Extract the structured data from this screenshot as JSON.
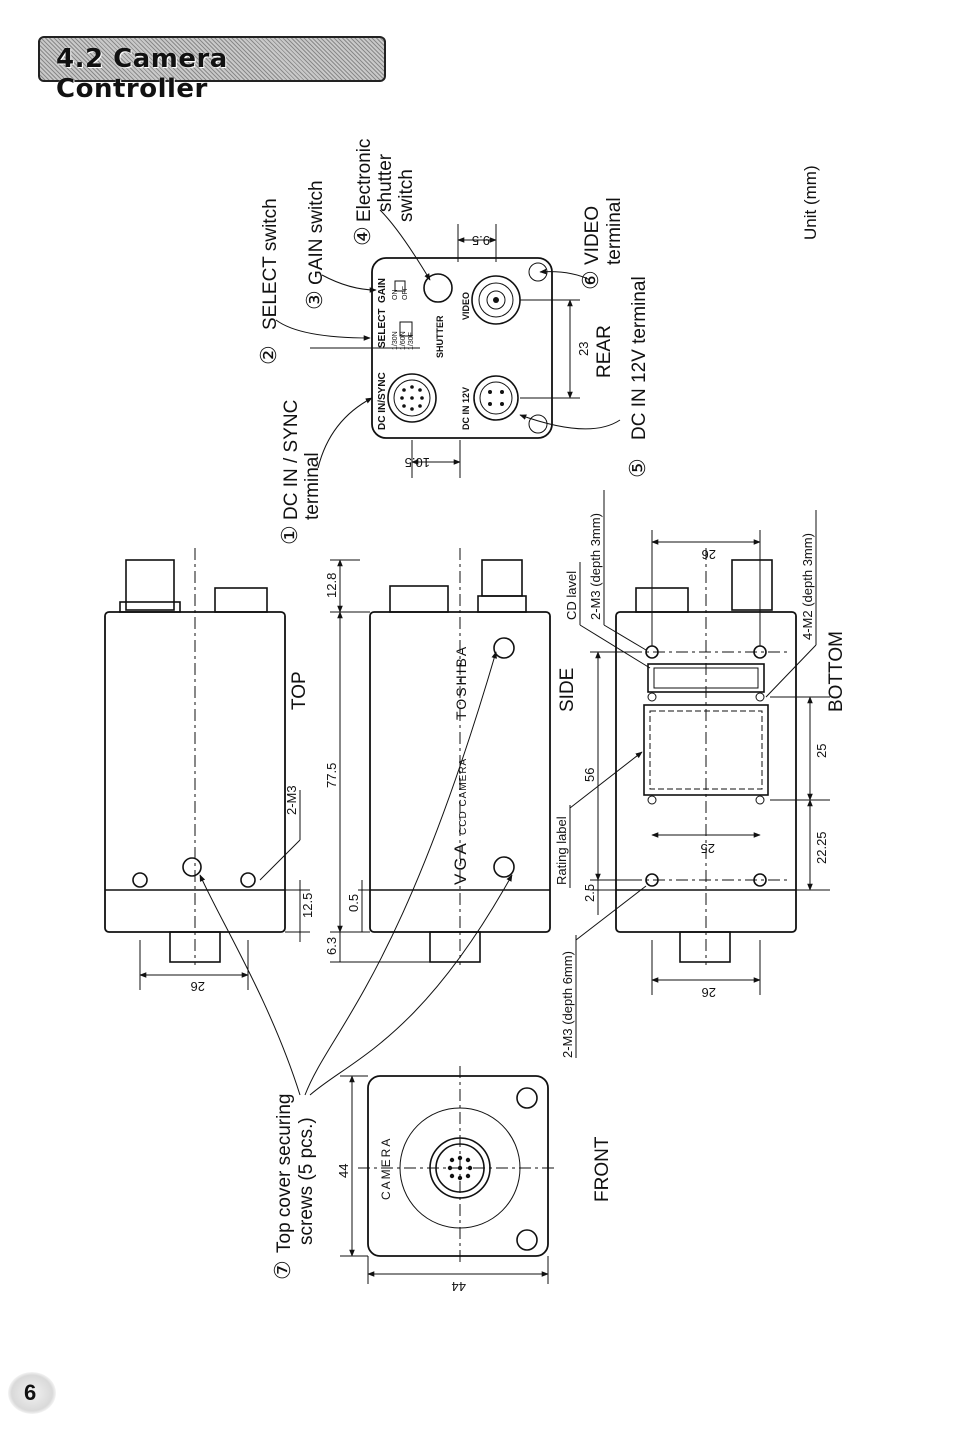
{
  "header": {
    "title": "4.2 Camera Controller"
  },
  "page": {
    "number": "6",
    "unit_note": "Unit (mm)"
  },
  "callouts": {
    "c1": {
      "num": "①",
      "text1": "DC IN / SYNC",
      "text2": "terminal"
    },
    "c2": {
      "num": "②",
      "text1": "SELECT switch"
    },
    "c3": {
      "num": "③",
      "text1": "GAIN switch"
    },
    "c4": {
      "num": "④",
      "text1": "Electronic",
      "text2": "shutter",
      "text3": "switch"
    },
    "c5": {
      "num": "⑤",
      "text1": "DC IN 12V terminal"
    },
    "c6": {
      "num": "⑥",
      "text1": "VIDEO",
      "text2": "terminal"
    },
    "c7": {
      "num": "⑦",
      "text1": "Top cover securing",
      "text2": "screws (5 pcs.)"
    }
  },
  "rear_panel": {
    "label": "REAR",
    "dc_in_sync": "DC IN/SYNC",
    "select": "SELECT",
    "gain": "GAIN",
    "sel_opts": [
      "1/30N",
      "1/60N",
      "1/30F"
    ],
    "gain_on": "ON",
    "gain_off": "OFF",
    "shutter": "SHUTTER",
    "dc_in_12v": "DC IN 12V",
    "video": "VIDEO",
    "dims": [
      "10.5",
      "23",
      "9.5"
    ]
  },
  "views": {
    "top": {
      "label": "TOP",
      "note": "2-M3",
      "dims": [
        "26",
        "12.5"
      ]
    },
    "side": {
      "label": "SIDE",
      "brand": "TOSHIBA",
      "model1": "VGA",
      "model2": "CCD CAMERA",
      "dims": [
        "12.8",
        "77.5",
        "0.5",
        "6.3"
      ]
    },
    "bottom": {
      "label": "BOTTOM",
      "cd_label": "CD lavel",
      "m3_3": "2-M3 (depth 3mm)",
      "m2_3": "4-M2 (depth 3mm)",
      "rating": "Rating label",
      "m3_6": "2-M3 (depth 6mm)",
      "dims": [
        "26",
        "56",
        "25",
        "2.5",
        "25",
        "22.25",
        "26"
      ]
    },
    "front": {
      "label": "FRONT",
      "camera_text": "CAMERA",
      "dims": [
        "44",
        "44"
      ]
    }
  }
}
